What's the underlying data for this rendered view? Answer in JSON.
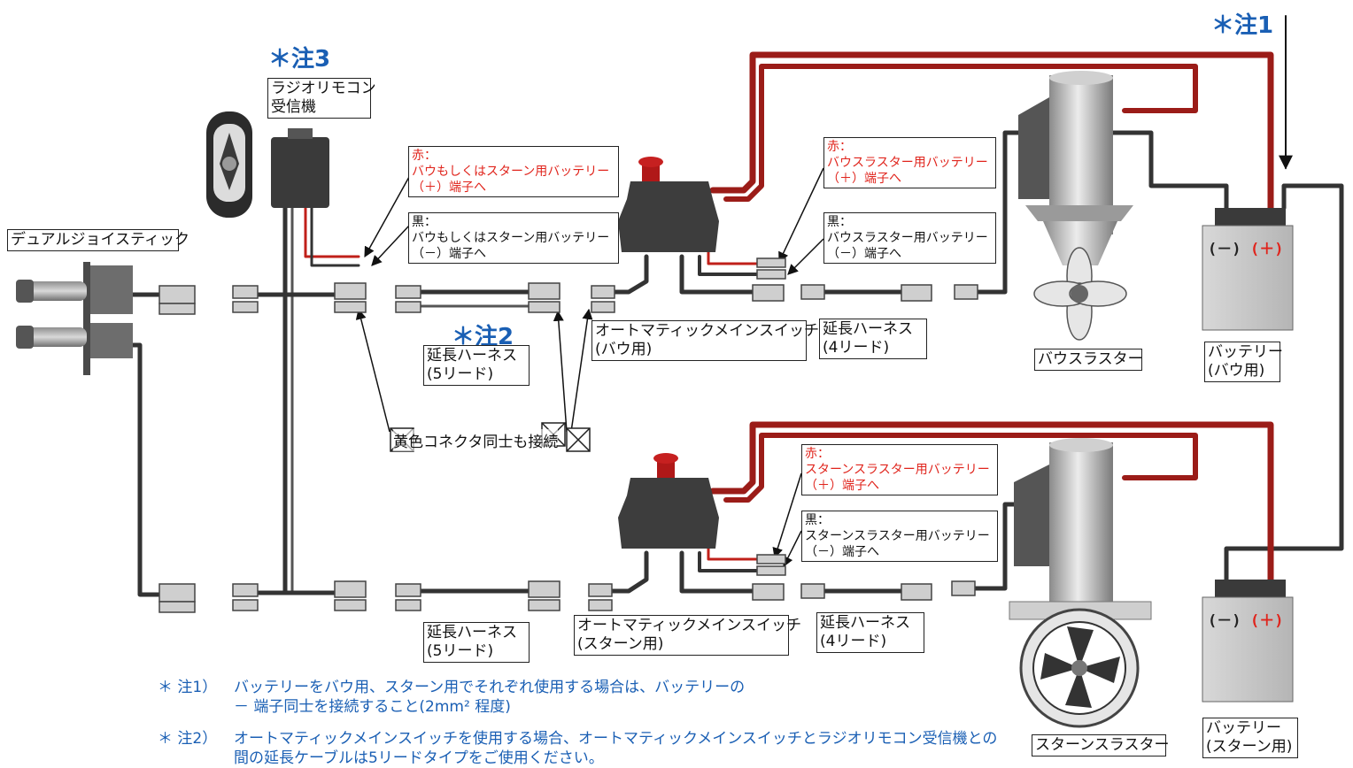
{
  "notes": {
    "note1_marker": "＊注1",
    "note2_marker": "＊注2",
    "note3_marker": "＊注3"
  },
  "labels": {
    "radio_receiver": [
      "ラジオリモコン",
      "受信機"
    ],
    "dual_joystick": "デュアルジョイスティック",
    "bow_red": [
      "赤：",
      "バウもしくはスターン用バッテリー",
      "（＋）端子へ"
    ],
    "bow_black": [
      "黒：",
      "バウもしくはスターン用バッテリー",
      "（－）端子へ"
    ],
    "bow_thruster_red": [
      "赤：",
      "バウスラスター用バッテリー",
      "（＋）端子へ"
    ],
    "bow_thruster_black": [
      "黒：",
      "バウスラスター用バッテリー",
      "（－）端子へ"
    ],
    "stern_thruster_red": [
      "赤：",
      "スターンスラスター用バッテリー",
      "（＋）端子へ"
    ],
    "stern_thruster_black": [
      "黒：",
      "スターンスラスター用バッテリー",
      "（－）端子へ"
    ],
    "ext_5lead_top": [
      "延長ハーネス",
      "(5リード)"
    ],
    "ext_5lead_bottom": [
      "延長ハーネス",
      "(5リード)"
    ],
    "ext_4lead_top": [
      "延長ハーネス",
      "(4リード)"
    ],
    "ext_4lead_bottom": [
      "延長ハーネス",
      "(4リード)"
    ],
    "auto_switch_bow": [
      "オートマティックメインスイッチ",
      "(バウ用)"
    ],
    "auto_switch_stern": [
      "オートマティックメインスイッチ",
      "(スターン用)"
    ],
    "yellow_connectors": "黄色コネクタ同士も接続",
    "bow_thruster": "バウスラスター",
    "stern_thruster": "スターンスラスター",
    "battery_bow": [
      "バッテリー",
      "(バウ用)"
    ],
    "battery_stern": [
      "バッテリー",
      "(スターン用)"
    ],
    "battery_minus": "(－)",
    "battery_plus": "(＋)"
  },
  "footnotes": [
    {
      "tag": "＊ 注1）",
      "lines": [
        "バッテリーをバウ用、スターン用でそれぞれ使用する場合は、バッテリーの",
        "－ 端子同士を接続すること(2mm² 程度)"
      ]
    },
    {
      "tag": "＊ 注2）",
      "lines": [
        "オートマティックメインスイッチを使用する場合、オートマティックメインスイッチとラジオリモコン受信機との",
        "間の延長ケーブルは5リードタイプをご使用ください。"
      ]
    }
  ],
  "colors": {
    "note_blue": "#1a5fb4",
    "red_wire": "#c0201a",
    "label_red_text": "#e0241c",
    "wire_dark": "#333333",
    "device_body": "#3d3d3d",
    "battery_body": "#c9c9c9"
  },
  "icons": {
    "joystick": "dual-joystick-icon",
    "remote": "radio-remote-icon",
    "receiver": "receiver-box-icon",
    "switch": "automatic-main-switch-icon",
    "thruster": "thruster-motor-icon",
    "battery": "battery-icon",
    "connector": "connector-icon"
  }
}
